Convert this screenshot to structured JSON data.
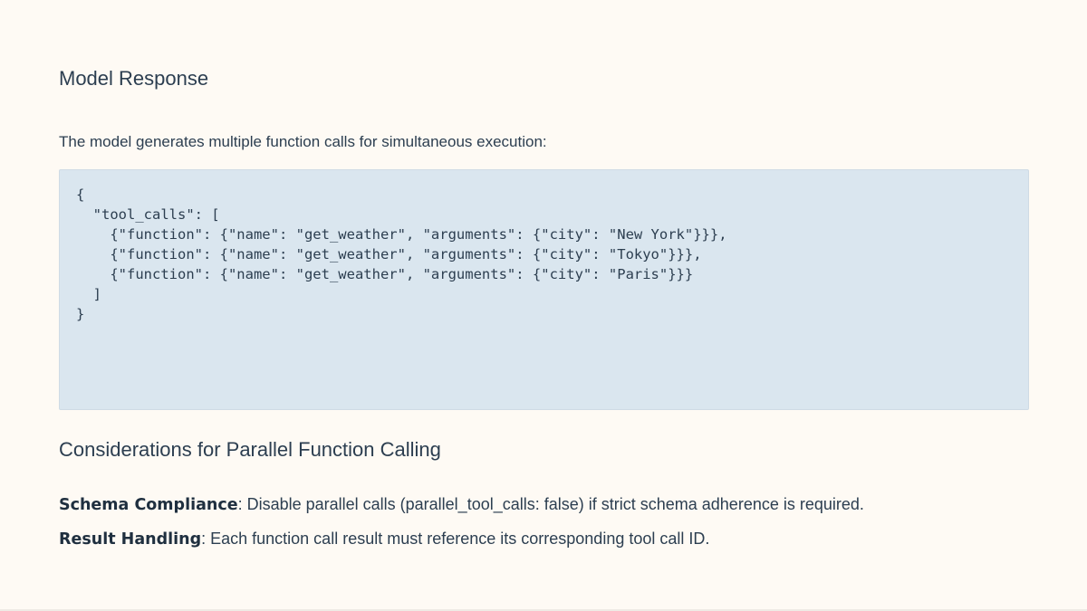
{
  "section1": {
    "title": "Model Response",
    "intro": "The model generates multiple function calls for simultaneous execution:",
    "code": "{\n  \"tool_calls\": [\n    {\"function\": {\"name\": \"get_weather\", \"arguments\": {\"city\": \"New York\"}}},\n    {\"function\": {\"name\": \"get_weather\", \"arguments\": {\"city\": \"Tokyo\"}}},\n    {\"function\": {\"name\": \"get_weather\", \"arguments\": {\"city\": \"Paris\"}}}\n  ]\n}"
  },
  "section2": {
    "title": "Considerations for Parallel Function Calling",
    "items": [
      {
        "term": "Schema Compliance",
        "text": ": Disable parallel calls (parallel_tool_calls: false) if strict schema adherence is required."
      },
      {
        "term": "Result Handling",
        "text": ": Each function call result must reference its corresponding tool call ID."
      }
    ]
  },
  "colors": {
    "background": "#fefaf4",
    "code_background": "#dae6ef",
    "text": "#2c3e50"
  }
}
